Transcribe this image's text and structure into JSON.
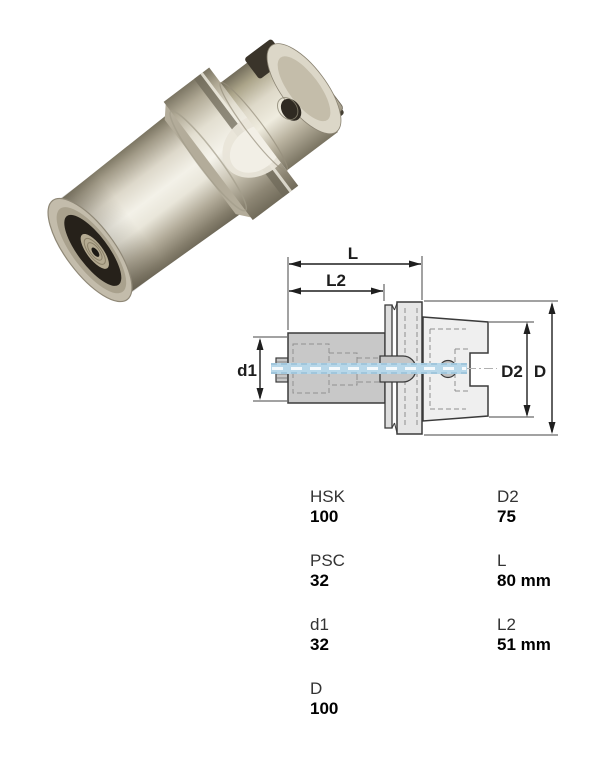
{
  "page": {
    "background": "#ffffff"
  },
  "product_photo": {
    "description": "Steel HSK shank adapter photographed diagonally, threaded stud inside front bore, grooved flange collar, HSK drive slots at rear"
  },
  "drawing": {
    "labels": {
      "L": "L",
      "L2": "L2",
      "d1": "d1",
      "D2": "D2",
      "D": "D"
    },
    "colors": {
      "centerline_blue": "#b7d7e9",
      "centerline_dash": "#93bdd4",
      "body_gray": "#c8c8c8",
      "flange_gray": "#e4e4e4",
      "taper_gray": "#efefef",
      "outline": "#3b3b3b",
      "hidden_line": "#909090",
      "dimension": "#1f1f1f"
    }
  },
  "specs": {
    "left": [
      {
        "label": "HSK",
        "value": "100"
      },
      {
        "label": "PSC",
        "value": "32"
      },
      {
        "label": "d1",
        "value": "32"
      },
      {
        "label": "D",
        "value": "100"
      }
    ],
    "right": [
      {
        "label": "D2",
        "value": "75"
      },
      {
        "label": "L",
        "value": "80 mm"
      },
      {
        "label": "L2",
        "value": "51 mm"
      }
    ]
  }
}
